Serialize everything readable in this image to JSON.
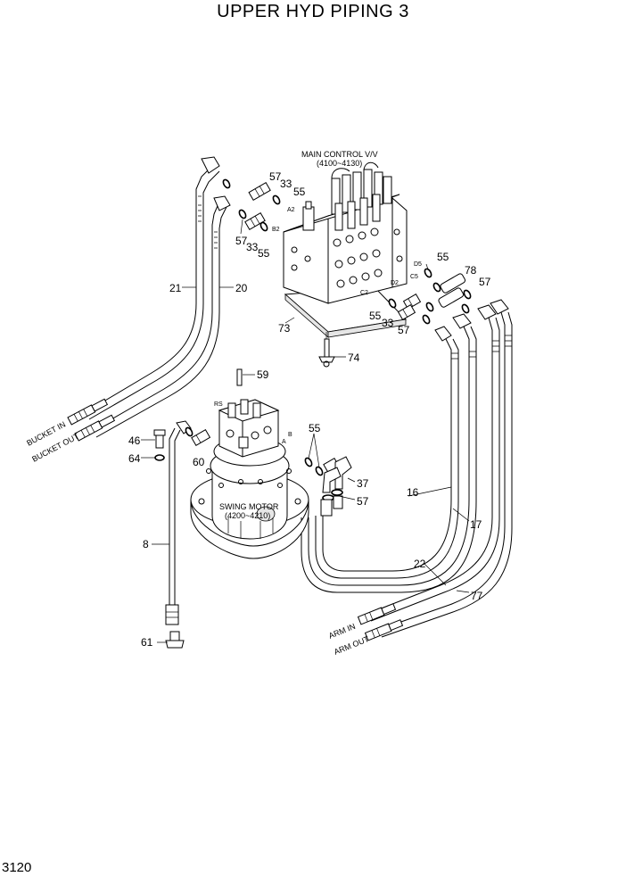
{
  "title": "UPPER HYD PIPING 3",
  "page_number": "3120",
  "components": {
    "main_control_valve": {
      "name": "MAIN CONTROL V/V",
      "range": "(4100~4130)"
    },
    "swing_motor": {
      "name": "SWING MOTOR",
      "range": "(4200~4210)"
    }
  },
  "line_labels": {
    "bucket_in": "BUCKET IN",
    "bucket_out": "BUCKET OUT",
    "arm_in": "ARM IN",
    "arm_out": "ARM OUT"
  },
  "port_labels": {
    "a2": "A2",
    "b2": "B2",
    "d5": "D5",
    "c5": "C5",
    "d2": "D2",
    "c2": "C2",
    "rs": "RS",
    "a": "A",
    "b": "B"
  },
  "part_numbers": {
    "p57_top": "57",
    "p33_top": "33",
    "p55_top": "55",
    "p57_mid": "57",
    "p33_mid": "33",
    "p55_mid": "55",
    "p21": "21",
    "p20": "20",
    "p55_right": "55",
    "p78": "78",
    "p57_right": "57",
    "p55_low": "55",
    "p33_low": "33",
    "p57_low": "57",
    "p73": "73",
    "p74": "74",
    "p59": "59",
    "p46": "46",
    "p60": "60",
    "p64": "64",
    "p55_motor": "55",
    "p37": "37",
    "p57_motor": "57",
    "p16": "16",
    "p17": "17",
    "p8": "8",
    "p22": "22",
    "p77": "77",
    "p61": "61"
  }
}
